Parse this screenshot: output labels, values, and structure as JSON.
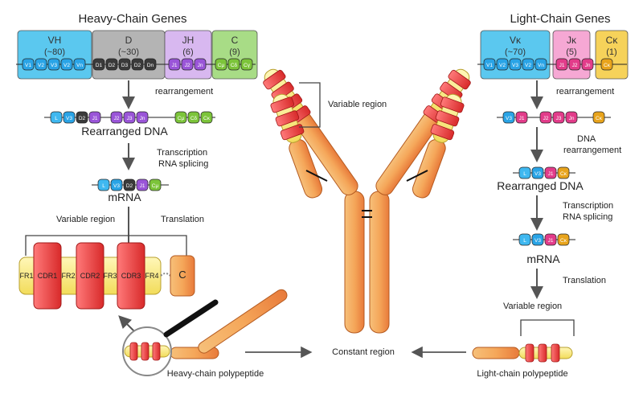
{
  "heavy": {
    "title": "Heavy-Chain Genes",
    "headers": [
      {
        "label": "VH",
        "count": "(~80)",
        "color": "#5bc8ef"
      },
      {
        "label": "D",
        "count": "(~30)",
        "color": "#b4b4b4"
      },
      {
        "label": "JH",
        "count": "(6)",
        "color": "#d8b8f0"
      },
      {
        "label": "C",
        "count": "(9)",
        "color": "#a8dc86"
      }
    ],
    "gene_row": [
      "V1",
      "V2",
      "V3",
      "V2",
      "Vn",
      "D1",
      "D2",
      "D3",
      "D2",
      "Dn",
      "J1",
      "J2",
      "Jn",
      "Cμ",
      "Cδ",
      "Cγ"
    ],
    "step1": "rearrangement",
    "rearranged_segments": [
      "L",
      "V3",
      "D2",
      "J1",
      "J2",
      "J3",
      "Jn",
      "Cμ",
      "Cδ",
      "Cκ"
    ],
    "rearranged_label": "Rearranged DNA",
    "step2_line1": "Transcription",
    "step2_line2": "RNA splicing",
    "mrna_segments": [
      "L",
      "V3",
      "D2",
      "J1",
      "Cμ"
    ],
    "mrna_label": "mRNA",
    "variable_label": "Variable region",
    "translation": "Translation",
    "regions": [
      "FR1",
      "CDR1",
      "FR2",
      "CDR2",
      "FR3",
      "CDR3",
      "FR4",
      "C"
    ],
    "polypeptide": "Heavy-chain polypeptide"
  },
  "light": {
    "title": "Light-Chain Genes",
    "headers": [
      {
        "label": "Vκ",
        "count": "(~70)",
        "color": "#5bc8ef"
      },
      {
        "label": "Jκ",
        "count": "(5)",
        "color": "#f6a8d4"
      },
      {
        "label": "Cκ",
        "count": "(1)",
        "color": "#f6d25a"
      }
    ],
    "gene_row": [
      "V1",
      "V2",
      "V3",
      "V2",
      "Vn",
      "J1",
      "J2",
      "Jn",
      "Cκ"
    ],
    "step1": "rearrangement",
    "rearranged1": [
      "V3",
      "J1",
      "J2",
      "J3",
      "Jn",
      "Cκ"
    ],
    "step_dna_line1": "DNA",
    "step_dna_line2": "rearrangement",
    "rearranged2": [
      "L",
      "V3",
      "J1",
      "Cκ"
    ],
    "rearranged_label": "Rearranged DNA",
    "step2_line1": "Transcription",
    "step2_line2": "RNA splicing",
    "mrna_segments": [
      "L",
      "V3",
      "J1",
      "Cκ"
    ],
    "mrna_label": "mRNA",
    "translation": "Translation",
    "variable_label": "Variable region",
    "polypeptide": "Light-chain polypeptide"
  },
  "center": {
    "variable_label": "Variable region",
    "constant_label": "Constant region"
  },
  "colors": {
    "v_segment": "#2aa4e6",
    "d_segment": "#3a3a3a",
    "j_segment": "#9a55d8",
    "c_segment": "#7cc43a",
    "j_light": "#e23c8a",
    "c_light": "#e8a41c",
    "cdr": "#e83c3c",
    "framework": "#f8ec88",
    "constant": "#f4a050",
    "arrow": "#555555"
  }
}
